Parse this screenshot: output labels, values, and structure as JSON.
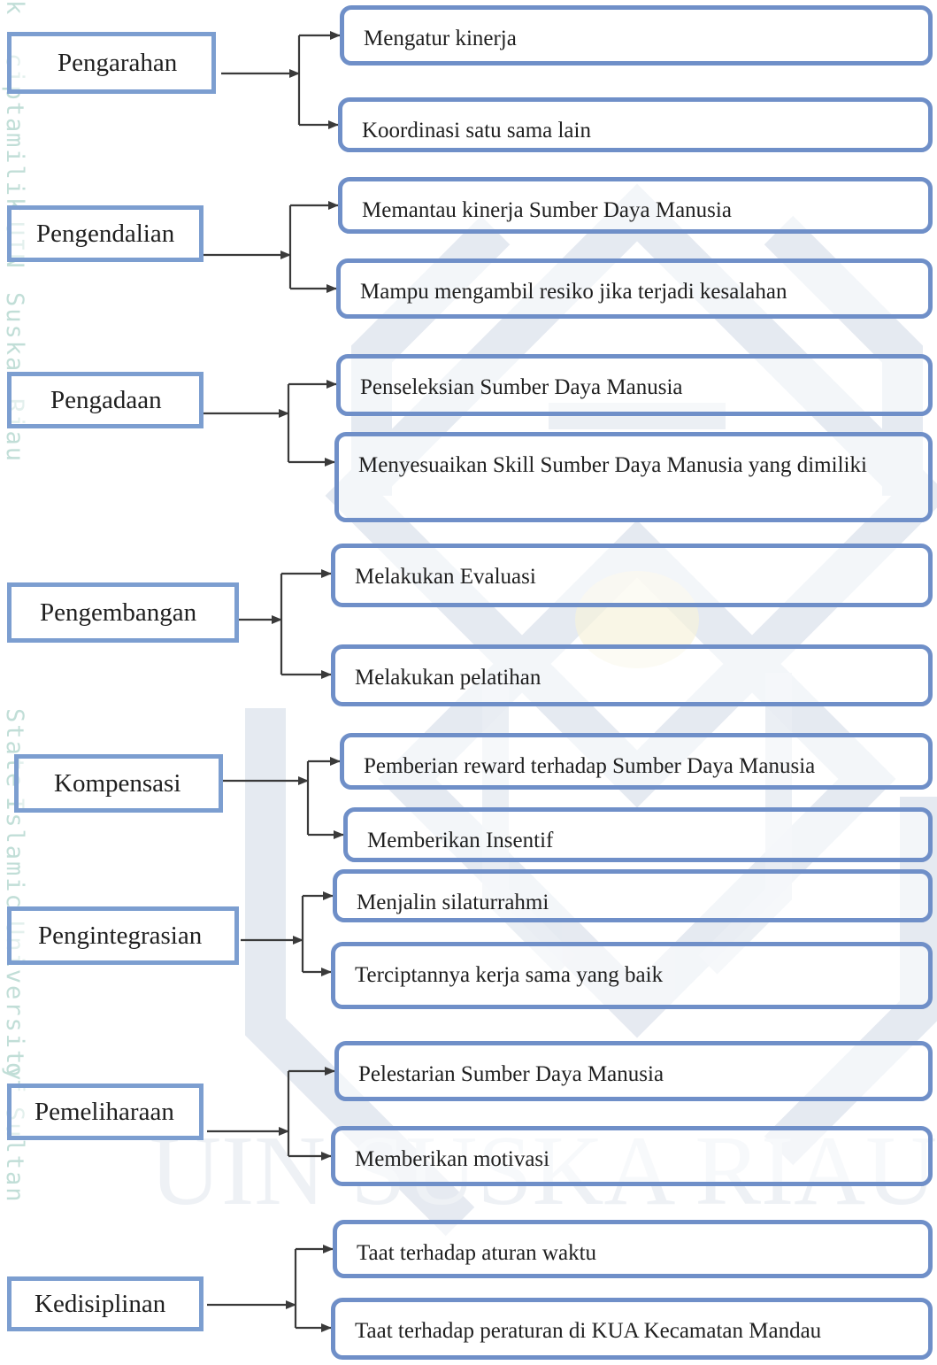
{
  "watermark": {
    "side_text": [
      "k",
      "cipta",
      "milik",
      "UIN",
      "Suska",
      "Riau",
      "State",
      "Islamic",
      "University",
      "of",
      "Sultan"
    ],
    "center_text": "UIN SUSKA RIAU",
    "colors": {
      "side": "#b7d9d1",
      "emblem": "#e3e8f0",
      "center": "#eef1f5"
    }
  },
  "colors": {
    "box_border": "#7c9ed0",
    "arrow": "#3a3a3a"
  },
  "groups": [
    {
      "name": "Pengarahan",
      "items": [
        "Mengatur kinerja",
        "Koordinasi satu sama lain"
      ]
    },
    {
      "name": "Pengendalian",
      "items": [
        "Memantau kinerja Sumber Daya Manusia",
        "Mampu mengambil resiko jika terjadi kesalahan"
      ]
    },
    {
      "name": "Pengadaan",
      "items": [
        "Penseleksian Sumber Daya Manusia",
        "Menyesuaikan Skill Sumber Daya Manusia yang dimiliki"
      ]
    },
    {
      "name": "Pengembangan",
      "items": [
        "Melakukan Evaluasi",
        "Melakukan pelatihan"
      ]
    },
    {
      "name": "Kompensasi",
      "items": [
        "Pemberian reward terhadap Sumber Daya Manusia",
        "Memberikan Insentif"
      ]
    },
    {
      "name": "Pengintegrasian",
      "items": [
        "Menjalin silaturrahmi",
        "Terciptannya kerja sama yang baik"
      ]
    },
    {
      "name": "Pemeliharaan",
      "items": [
        "Pelestarian Sumber Daya Manusia",
        "Memberikan motivasi"
      ]
    },
    {
      "name": "Kedisiplinan",
      "items": [
        "Taat terhadap aturan waktu",
        "Taat terhadap peraturan di KUA Kecamatan Mandau"
      ]
    }
  ]
}
